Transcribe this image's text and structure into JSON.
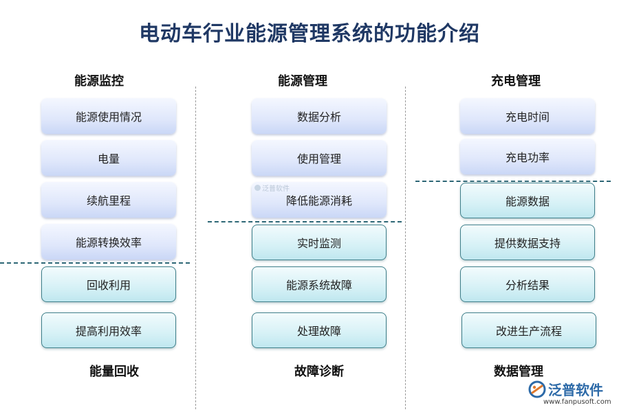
{
  "title": "电动车行业能源管理系统的功能介绍",
  "columns": [
    {
      "top_label": "能源监控",
      "bottom_label": "能量回收",
      "top_items": [
        "能源使用情况",
        "电量",
        "续航里程",
        "能源转换效率"
      ],
      "bottom_items": [
        "回收利用",
        "提高利用效率"
      ]
    },
    {
      "top_label": "能源管理",
      "bottom_label": "故障诊断",
      "top_items": [
        "数据分析",
        "使用管理",
        "降低能源消耗"
      ],
      "bottom_items": [
        "实时监测",
        "能源系统故障",
        "处理故障"
      ]
    },
    {
      "top_label": "充电管理",
      "bottom_label": "数据管理",
      "top_items": [
        "充电时间",
        "充电功率"
      ],
      "bottom_items": [
        "能源数据",
        "提供数据支持",
        "分析结果",
        "改进生产流程"
      ]
    }
  ],
  "watermark": "泛普软件",
  "logo": {
    "name": "泛普软件",
    "url": "www.fanpusoft.com",
    "color": "#2d6aa8"
  },
  "colors": {
    "title": "#1f3864",
    "divider": "#2c6675",
    "box_top": "#dfe7fb",
    "box_bottom": "#d6f1f6"
  }
}
